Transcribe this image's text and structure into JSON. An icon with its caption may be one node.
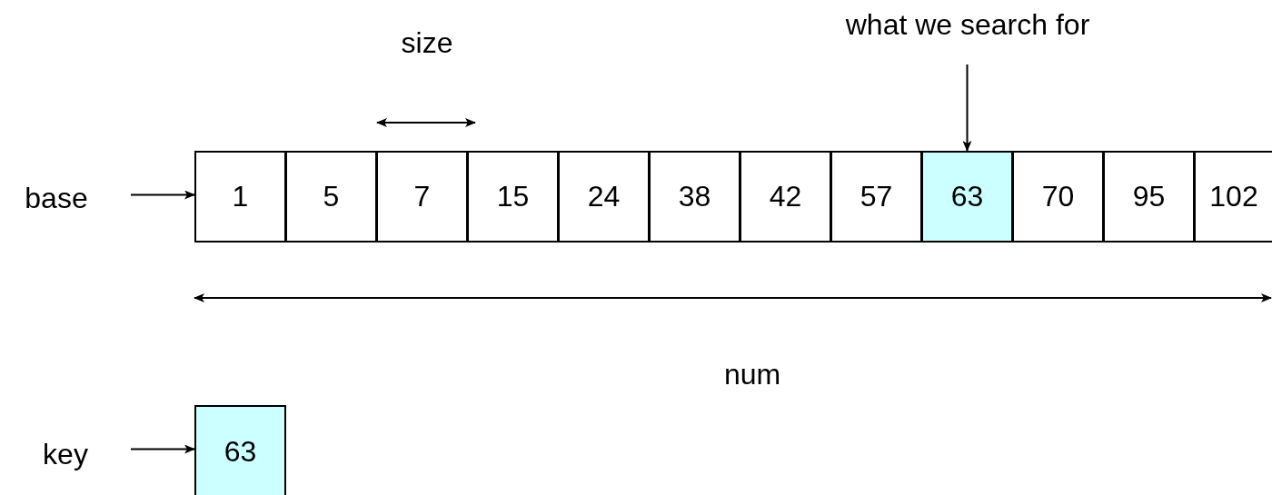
{
  "diagram": {
    "nodes": [
      {
        "text": [
          "what we search for"
        ]
      },
      {
        "text": [
          "base"
        ]
      },
      {
        "text": [
          "1"
        ]
      },
      {
        "text": [
          "5"
        ]
      },
      {
        "text": [
          "7"
        ]
      },
      {
        "text": [
          "15"
        ]
      },
      {
        "text": [
          "24"
        ]
      },
      {
        "text": [
          "38"
        ]
      },
      {
        "text": [
          "42"
        ]
      },
      {
        "text": [
          "57"
        ]
      },
      {
        "text": [
          "63"
        ]
      },
      {
        "text": [
          "70"
        ]
      },
      {
        "text": [
          "95"
        ]
      },
      {
        "text": [
          "102"
        ]
      },
      {
        "text": [
          "key"
        ]
      },
      {
        "text": [
          "63"
        ]
      }
    ],
    "edges": [
      {
        "from": 0,
        "to": 10,
        "arrow": "to"
      },
      {
        "from": 1,
        "to": 2,
        "arrow": "to"
      },
      {
        "from": 14,
        "to": 15,
        "arrow": "to"
      }
    ],
    "labels": [
      "size",
      "num"
    ]
  }
}
